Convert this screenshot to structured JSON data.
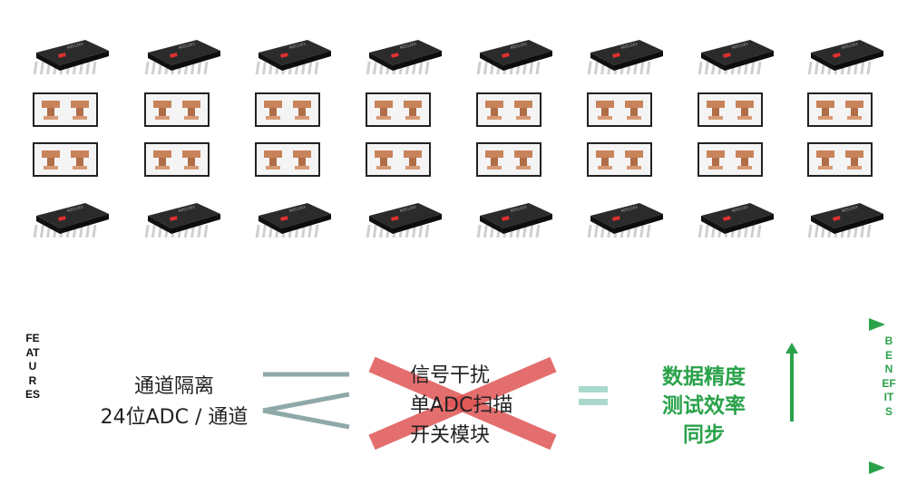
{
  "colors": {
    "green": "#2aa24a",
    "gray_connector": "#8fa8a8",
    "red_cross": "#e05555",
    "equals": "#a9d8cc",
    "chip_body": "#1a1a1a",
    "relay_pad": "#c8835a"
  },
  "components": {
    "ic_icon": "soic-chip-icon",
    "relay_icon": "optomos-relay-icon",
    "columns": 8,
    "row_types": [
      "ic",
      "relay",
      "relay",
      "ic"
    ]
  },
  "flow": {
    "features_label": "FEATURES",
    "benefits_label": "BENEFITS",
    "features": [
      "通道隔离",
      "24位ADC / 通道"
    ],
    "crossed_out": [
      "信号干扰",
      "单ADC扫描",
      "开关模块"
    ],
    "equals_symbol": "=",
    "benefits": [
      "数据精度",
      "测试效率",
      "同步"
    ],
    "up_arrow_icon": "up-arrow-icon"
  }
}
